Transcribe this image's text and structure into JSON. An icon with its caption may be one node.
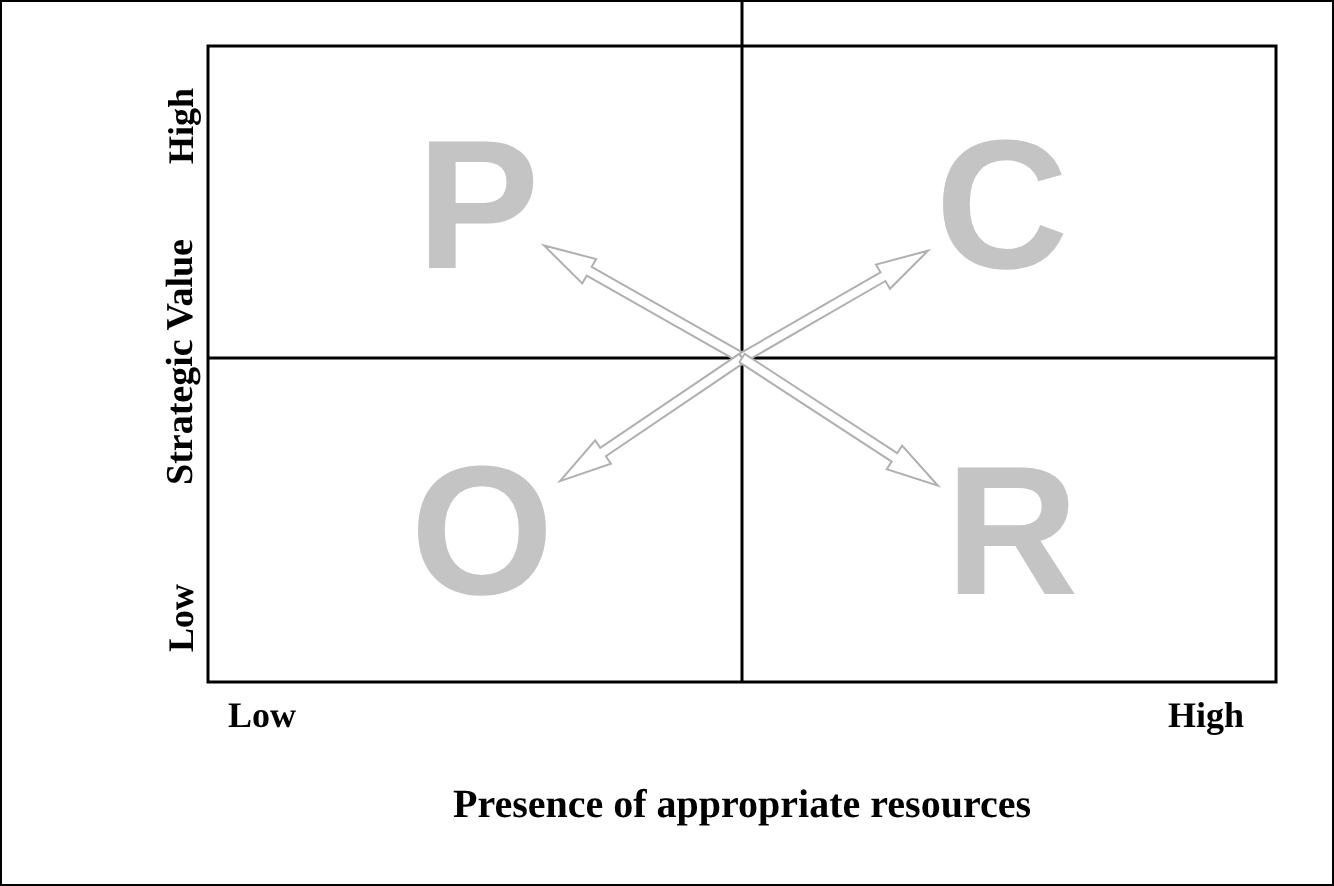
{
  "diagram": {
    "nodes": [
      {
        "text": [
          "P"
        ]
      },
      {
        "text": [
          "C"
        ]
      },
      {
        "text": [
          "O"
        ]
      },
      {
        "text": [
          "R"
        ]
      }
    ],
    "edges": [
      {
        "from": null,
        "to": 0,
        "arrow": "to"
      },
      {
        "from": null,
        "to": 1,
        "arrow": "to"
      },
      {
        "from": null,
        "to": 2,
        "arrow": "to"
      },
      {
        "from": null,
        "to": 3,
        "arrow": "to"
      }
    ],
    "labels": [
      "High",
      "Strategic Value",
      "Low",
      "Low",
      "High",
      "Presence of appropriate resources"
    ]
  }
}
